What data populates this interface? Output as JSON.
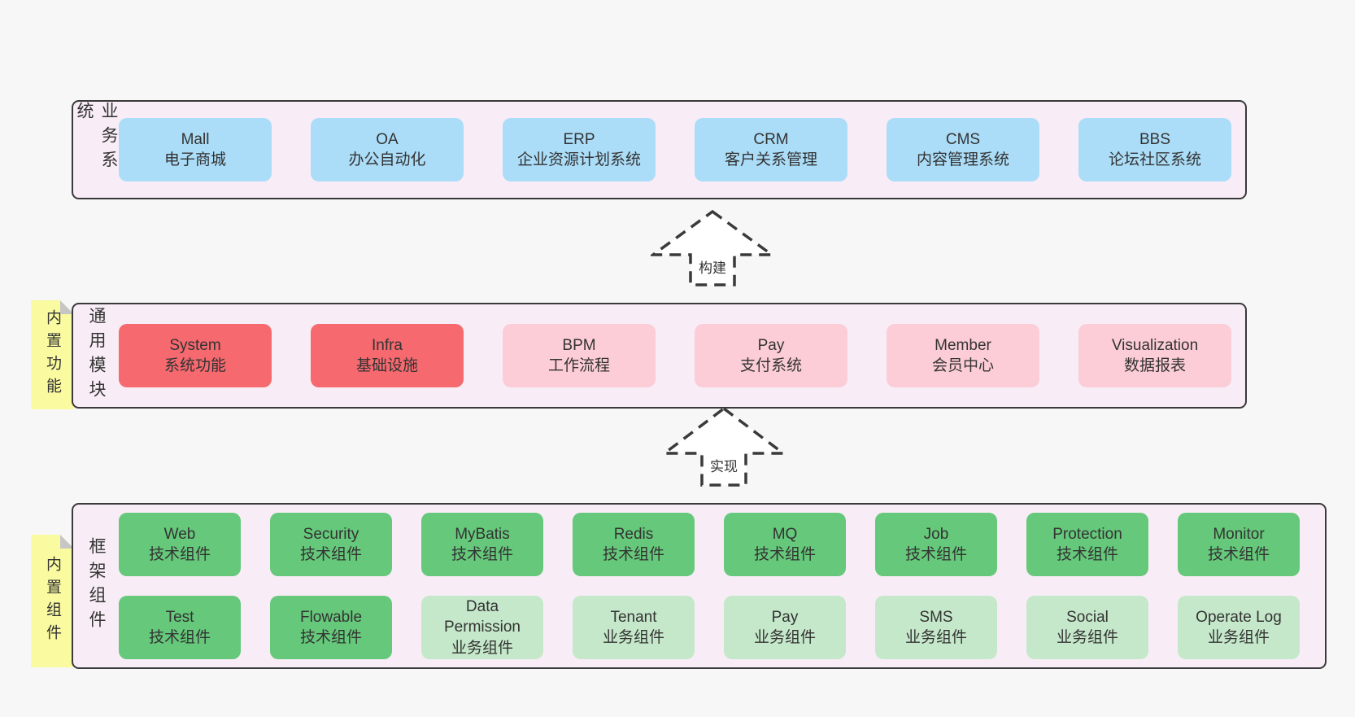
{
  "palette": {
    "page_bg": "#f7f7f7",
    "band_bg": "#f8edf6",
    "band_border": "#3a3a3a",
    "blue": "#abddf8",
    "red": "#f5696f",
    "pink": "#fccdd6",
    "green": "#65c87a",
    "light_green": "#c5e8ca",
    "sticky_yellow": "#fafaa0",
    "fold_gray": "#c6c6c6",
    "text": "#333333"
  },
  "business_band": {
    "label": "业务系统",
    "boxes": [
      {
        "en": "Mall",
        "zh": "电子商城"
      },
      {
        "en": "OA",
        "zh": "办公自动化"
      },
      {
        "en": "ERP",
        "zh": "企业资源计划系统"
      },
      {
        "en": "CRM",
        "zh": "客户关系管理"
      },
      {
        "en": "CMS",
        "zh": "内容管理系统"
      },
      {
        "en": "BBS",
        "zh": "论坛社区系统"
      }
    ]
  },
  "arrows": {
    "build": "构建",
    "implement": "实现"
  },
  "modules_band": {
    "label": "通用模块",
    "sticky": "内置功能",
    "boxes": [
      {
        "en": "System",
        "zh": "系统功能"
      },
      {
        "en": "Infra",
        "zh": "基础设施"
      },
      {
        "en": "BPM",
        "zh": "工作流程"
      },
      {
        "en": "Pay",
        "zh": "支付系统"
      },
      {
        "en": "Member",
        "zh": "会员中心"
      },
      {
        "en": "Visualization",
        "zh": "数据报表"
      }
    ]
  },
  "components_band": {
    "label": "框架组件",
    "sticky": "内置组件",
    "row1": [
      {
        "en": "Web",
        "zh": "技术组件"
      },
      {
        "en": "Security",
        "zh": "技术组件"
      },
      {
        "en": "MyBatis",
        "zh": "技术组件"
      },
      {
        "en": "Redis",
        "zh": "技术组件"
      },
      {
        "en": "MQ",
        "zh": "技术组件"
      },
      {
        "en": "Job",
        "zh": "技术组件"
      },
      {
        "en": "Protection",
        "zh": "技术组件"
      },
      {
        "en": "Monitor",
        "zh": "技术组件"
      }
    ],
    "row2": [
      {
        "en": "Test",
        "zh": "技术组件"
      },
      {
        "en": "Flowable",
        "zh": "技术组件"
      },
      {
        "en": "Data Permission",
        "zh": "业务组件"
      },
      {
        "en": "Tenant",
        "zh": "业务组件"
      },
      {
        "en": "Pay",
        "zh": "业务组件"
      },
      {
        "en": "SMS",
        "zh": "业务组件"
      },
      {
        "en": "Social",
        "zh": "业务组件"
      },
      {
        "en": "Operate Log",
        "zh": "业务组件"
      }
    ]
  }
}
